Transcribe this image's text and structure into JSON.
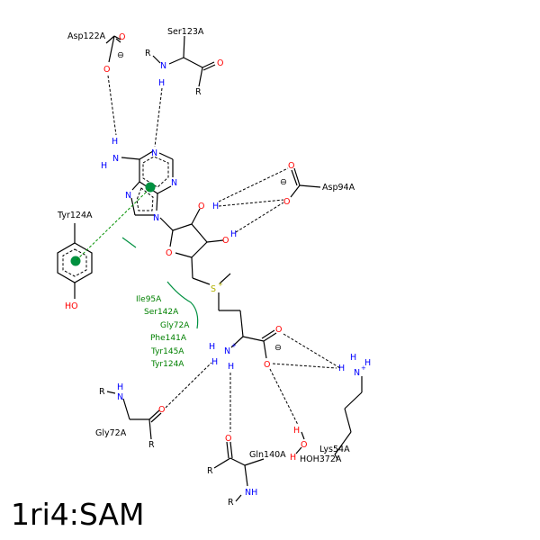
{
  "title": "1ri4:SAM",
  "residues": {
    "asp122": "Asp122A",
    "ser123": "Ser123A",
    "asp94": "Asp94A",
    "tyr124": "Tyr124A",
    "gly72": "Gly72A",
    "gln140": "Gln140A",
    "lys54": "Lys54A",
    "hoh372": "HOH372A"
  },
  "hydrophobic": [
    "Ile95A",
    "Ser142A",
    "Gly72A",
    "Phe141A",
    "Tyr145A",
    "Tyr124A"
  ],
  "atoms": {
    "O": "O",
    "N": "N",
    "H": "H",
    "S": "S",
    "R": "R",
    "HO": "HO",
    "NH": "NH",
    "minus": "⊖",
    "plus": "+"
  },
  "colors": {
    "oxygen": "#ff0000",
    "nitrogen": "#0000ff",
    "sulfur": "#b3b300",
    "hydrophobic": "#008000"
  }
}
